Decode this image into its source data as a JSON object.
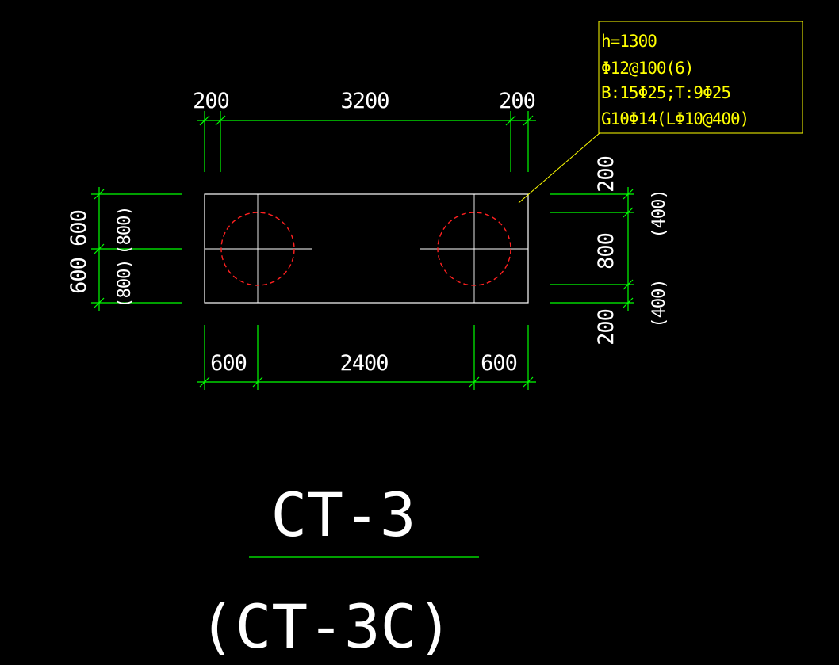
{
  "drawing": {
    "colors": {
      "background": "#000000",
      "dimension": "#00ff00",
      "outline": "#ffffff",
      "pile": "#ff2020",
      "annotation": "#ffff00"
    },
    "top_dims": [
      "200",
      "3200",
      "200"
    ],
    "bottom_dims": [
      "600",
      "2400",
      "600"
    ],
    "left_dims": {
      "outer_top": "600",
      "outer_bottom": "600",
      "inner_top": "(800)",
      "inner_bottom": "(800)"
    },
    "right_dims": {
      "top": "200",
      "middle": "800",
      "bottom": "200",
      "paren_top": "(400)",
      "paren_bottom": "(400)"
    },
    "note": {
      "line1": "h=1300",
      "line2": "Φ12@100(6)",
      "line3": "B:15Φ25;T:9Φ25",
      "line4": "G10Φ14(LΦ10@400)"
    },
    "title": "CT-3",
    "subtitle": "(CT-3C)"
  }
}
